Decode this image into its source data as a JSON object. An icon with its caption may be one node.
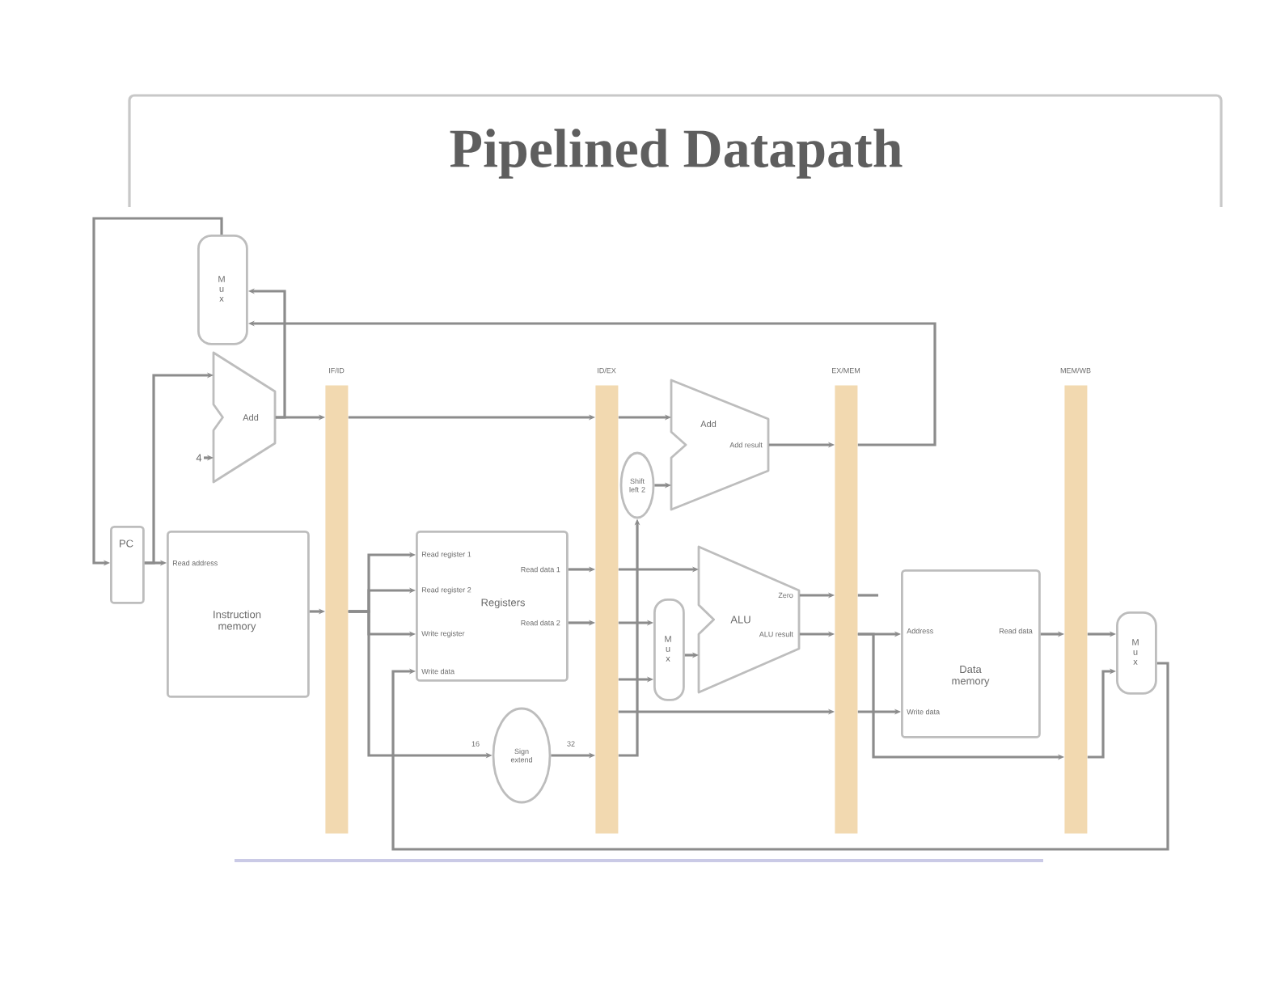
{
  "diagram": {
    "title": "Pipelined Datapath",
    "nodes": [
      {
        "text": [
          "M u x"
        ]
      },
      {
        "text": [
          "PC"
        ]
      },
      {
        "text": [
          "Add"
        ]
      },
      {
        "text": [
          "4"
        ]
      },
      {
        "text": [
          "Read address",
          "Instruction memory"
        ]
      },
      {
        "text": [
          "IF/ID"
        ]
      },
      {
        "text": [
          "ID/EX"
        ]
      },
      {
        "text": [
          "EX/MEM"
        ]
      },
      {
        "text": [
          "MEM/WB"
        ]
      },
      {
        "text": [
          "Read register 1",
          "Read data 1",
          "Read register 2",
          "Registers",
          "Read data 2",
          "Write register",
          "Write data"
        ]
      },
      {
        "text": [
          "Sign extend"
        ],
        "beside": [
          "16",
          "32"
        ]
      },
      {
        "text": [
          "Shift left 2"
        ]
      },
      {
        "text": [
          "Add",
          "Add result"
        ]
      },
      {
        "text": [
          "M u x"
        ]
      },
      {
        "text": [
          "Zero",
          "ALU",
          "ALU result"
        ]
      },
      {
        "text": [
          "Address",
          "Read data",
          "Data memory",
          "Write data"
        ]
      },
      {
        "text": [
          "M u x"
        ]
      }
    ],
    "edges": [
      {
        "from": 0,
        "to": 1,
        "arrow": "to"
      },
      {
        "from": 1,
        "to": 4,
        "arrow": "to"
      },
      {
        "from": 1,
        "to": 2,
        "arrow": "to"
      },
      {
        "from": 3,
        "to": 2,
        "arrow": "to"
      },
      {
        "from": 2,
        "to": 0,
        "arrow": "to"
      },
      {
        "from": 2,
        "to": 5,
        "arrow": "to"
      },
      {
        "from": 4,
        "to": 5,
        "arrow": "to"
      },
      {
        "from": 5,
        "to": 6,
        "arrow": "to"
      },
      {
        "from": 5,
        "to": 9,
        "arrow": "to"
      },
      {
        "from": 5,
        "to": 9,
        "arrow": "to"
      },
      {
        "from": 5,
        "to": 9,
        "arrow": "to"
      },
      {
        "from": 5,
        "to": 10,
        "arrow": "to"
      },
      {
        "from": 9,
        "to": 6,
        "arrow": "to"
      },
      {
        "from": 9,
        "to": 6,
        "arrow": "to"
      },
      {
        "from": 10,
        "to": 6,
        "arrow": "to"
      },
      {
        "from": 6,
        "to": 12,
        "arrow": "to"
      },
      {
        "from": 6,
        "to": 11,
        "arrow": "to"
      },
      {
        "from": 11,
        "to": 12,
        "arrow": "to"
      },
      {
        "from": 6,
        "to": 14,
        "arrow": "to"
      },
      {
        "from": 6,
        "to": 13,
        "arrow": "to"
      },
      {
        "from": 6,
        "to": 13,
        "arrow": "to"
      },
      {
        "from": 13,
        "to": 14,
        "arrow": "to"
      },
      {
        "from": 6,
        "to": 7,
        "arrow": "to"
      },
      {
        "from": 12,
        "to": 7,
        "arrow": "to"
      },
      {
        "from": 14,
        "to": 7,
        "arrow": "to"
      },
      {
        "from": 14,
        "to": 7,
        "arrow": "to"
      },
      {
        "from": 7,
        "to": 0,
        "arrow": "to"
      },
      {
        "from": 7,
        "to": null,
        "arrow": "none"
      },
      {
        "from": 7,
        "to": 15,
        "arrow": "to"
      },
      {
        "from": 7,
        "to": 15,
        "arrow": "to"
      },
      {
        "from": 7,
        "to": 8,
        "arrow": "to"
      },
      {
        "from": 15,
        "to": 8,
        "arrow": "to"
      },
      {
        "from": 8,
        "to": 16,
        "arrow": "to"
      },
      {
        "from": 8,
        "to": 16,
        "arrow": "to"
      },
      {
        "from": 16,
        "to": 9,
        "arrow": "to"
      }
    ]
  }
}
